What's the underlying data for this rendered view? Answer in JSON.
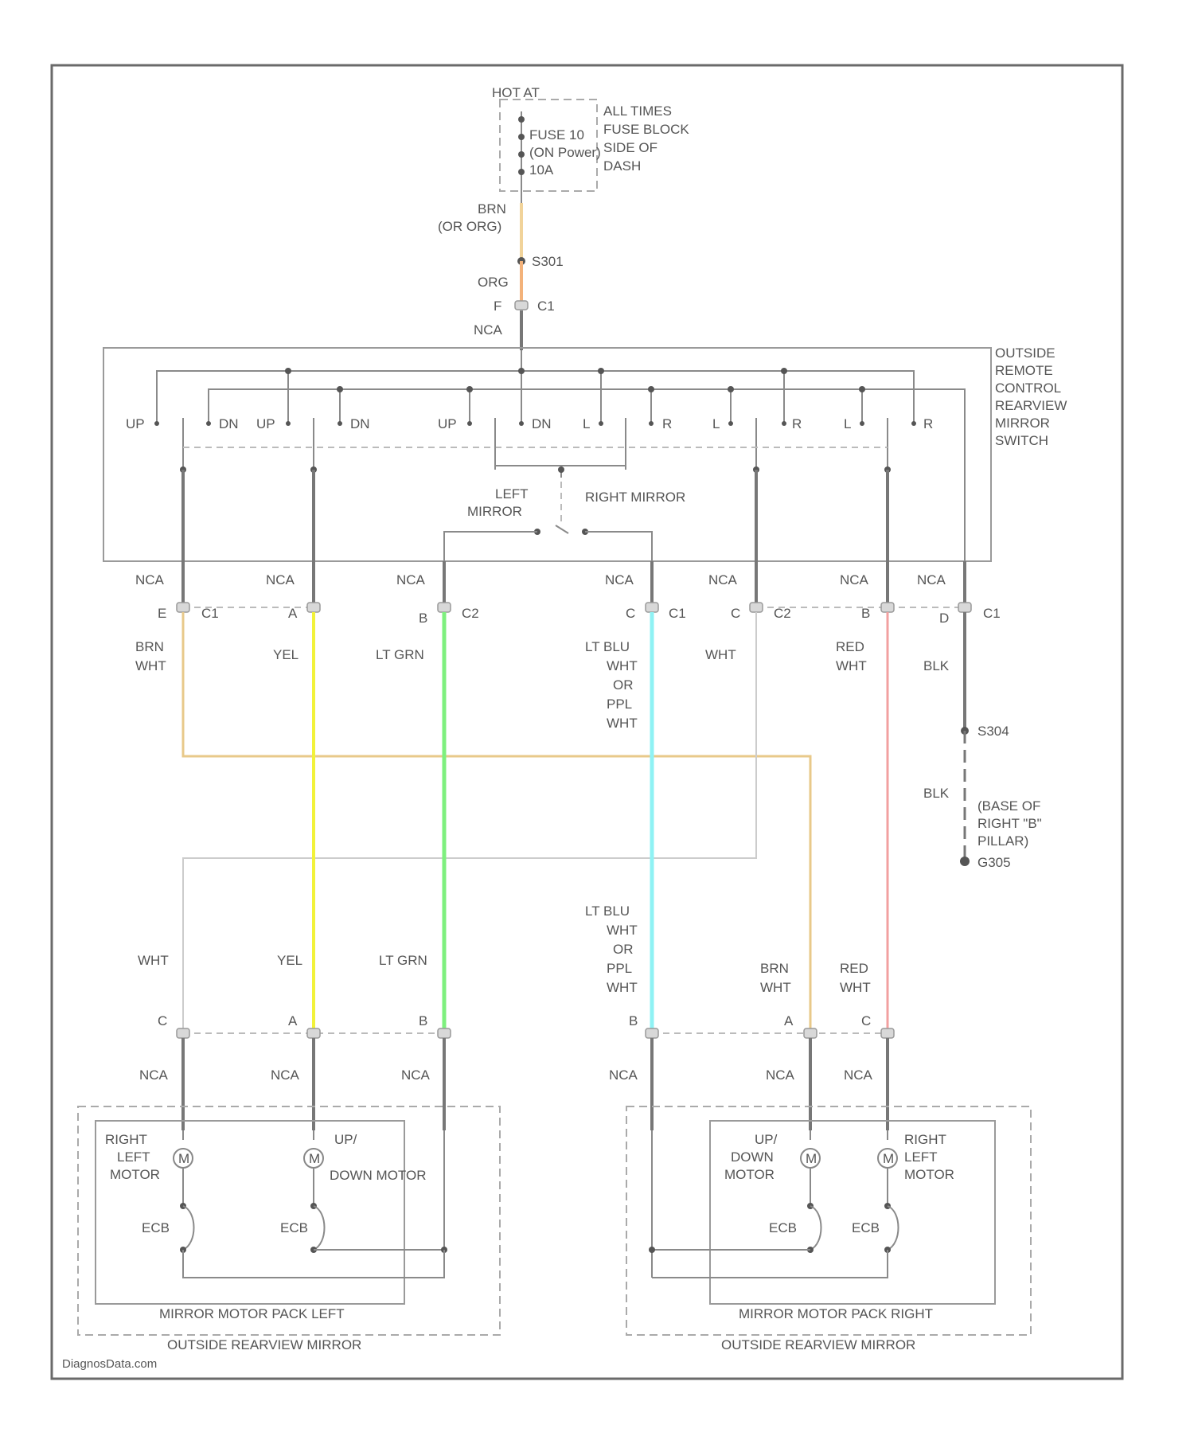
{
  "fuse": {
    "hot_at": "HOT AT",
    "all_times": "ALL TIMES",
    "fuse_name": "FUSE 10",
    "con_power": "(ON Power)",
    "amps": "10A",
    "fuse_block": "FUSE BLOCK",
    "side_of": "SIDE OF",
    "dash": "DASH"
  },
  "feed": {
    "wire1_color": "BRN",
    "wire1_alt": "(OR ORG)",
    "splice": "S301",
    "wire2_color": "ORG",
    "pin": "F",
    "conn": "C1",
    "nca": "NCA"
  },
  "switch": {
    "title_lines": [
      "OUTSIDE",
      "REMOTE",
      "CONTROL",
      "REARVIEW",
      "MIRROR",
      "SWITCH"
    ],
    "contacts": [
      "UP",
      "DN",
      "UP",
      "DN",
      "UP",
      "DN",
      "L",
      "R",
      "L",
      "R",
      "L",
      "R"
    ],
    "left_mirror_1": "LEFT",
    "left_mirror_2": "MIRROR",
    "right_mirror": "RIGHT MIRROR"
  },
  "outputs": [
    {
      "nca": "NCA",
      "pin": "E",
      "conn": "C1",
      "wire": [
        "BRN",
        "WHT"
      ]
    },
    {
      "nca": "NCA",
      "pin": "A",
      "conn": "",
      "wire": [
        "YEL"
      ]
    },
    {
      "nca": "NCA",
      "pin": "B",
      "conn": "C2",
      "wire": [
        "LT GRN"
      ]
    },
    {
      "nca": "NCA",
      "pin": "C",
      "conn": "C1",
      "wire": [
        "LT BLU",
        "WHT",
        "OR",
        "PPL",
        "WHT"
      ]
    },
    {
      "nca": "NCA",
      "pin": "C",
      "conn": "C2",
      "wire": [
        "WHT"
      ]
    },
    {
      "nca": "NCA",
      "pin": "B",
      "conn": "",
      "wire": [
        "RED",
        "WHT"
      ]
    },
    {
      "nca": "NCA",
      "pin": "D",
      "conn": "C1",
      "wire": [
        "BLK"
      ]
    }
  ],
  "ground": {
    "splice": "S304",
    "wire": "BLK",
    "location": [
      "(BASE OF",
      "RIGHT \"B\"",
      "PILLAR)"
    ],
    "ground_id": "G305"
  },
  "mirror_inputs": [
    {
      "wire": [
        "WHT"
      ],
      "pin": "C",
      "nca": "NCA"
    },
    {
      "wire": [
        "YEL"
      ],
      "pin": "A",
      "nca": "NCA"
    },
    {
      "wire": [
        "LT GRN"
      ],
      "pin": "B",
      "nca": "NCA"
    },
    {
      "wire": [
        "LT BLU",
        "WHT",
        "OR",
        "PPL",
        "WHT"
      ],
      "pin": "B",
      "nca": "NCA"
    },
    {
      "wire": [
        "BRN",
        "WHT"
      ],
      "pin": "A",
      "nca": "NCA"
    },
    {
      "wire": [
        "RED",
        "WHT"
      ],
      "pin": "C",
      "nca": "NCA"
    }
  ],
  "left_pack": {
    "motor1": [
      "RIGHT",
      "LEFT",
      "MOTOR"
    ],
    "motor2": [
      "UP/",
      "DOWN MOTOR"
    ],
    "m_symbol": "M",
    "ecb": "ECB",
    "pack_label": "MIRROR MOTOR PACK LEFT",
    "assembly_label": "OUTSIDE REARVIEW MIRROR"
  },
  "right_pack": {
    "motor1": [
      "UP/",
      "DOWN",
      "MOTOR"
    ],
    "motor2": [
      "RIGHT",
      "LEFT",
      "MOTOR"
    ],
    "m_symbol": "M",
    "ecb": "ECB",
    "pack_label": "MIRROR MOTOR PACK RIGHT",
    "assembly_label": "OUTSIDE REARVIEW MIRROR"
  },
  "footer": "DiagnosData.com",
  "colors": {
    "brn_wht": "#e8c98a",
    "yel": "#f2f23a",
    "lt_grn": "#7ef07e",
    "lt_blu": "#8ff2f4",
    "red_wht": "#f2a0a0",
    "wht": "#cccccc",
    "orange": "#f3b27a",
    "blk": "#777777"
  }
}
